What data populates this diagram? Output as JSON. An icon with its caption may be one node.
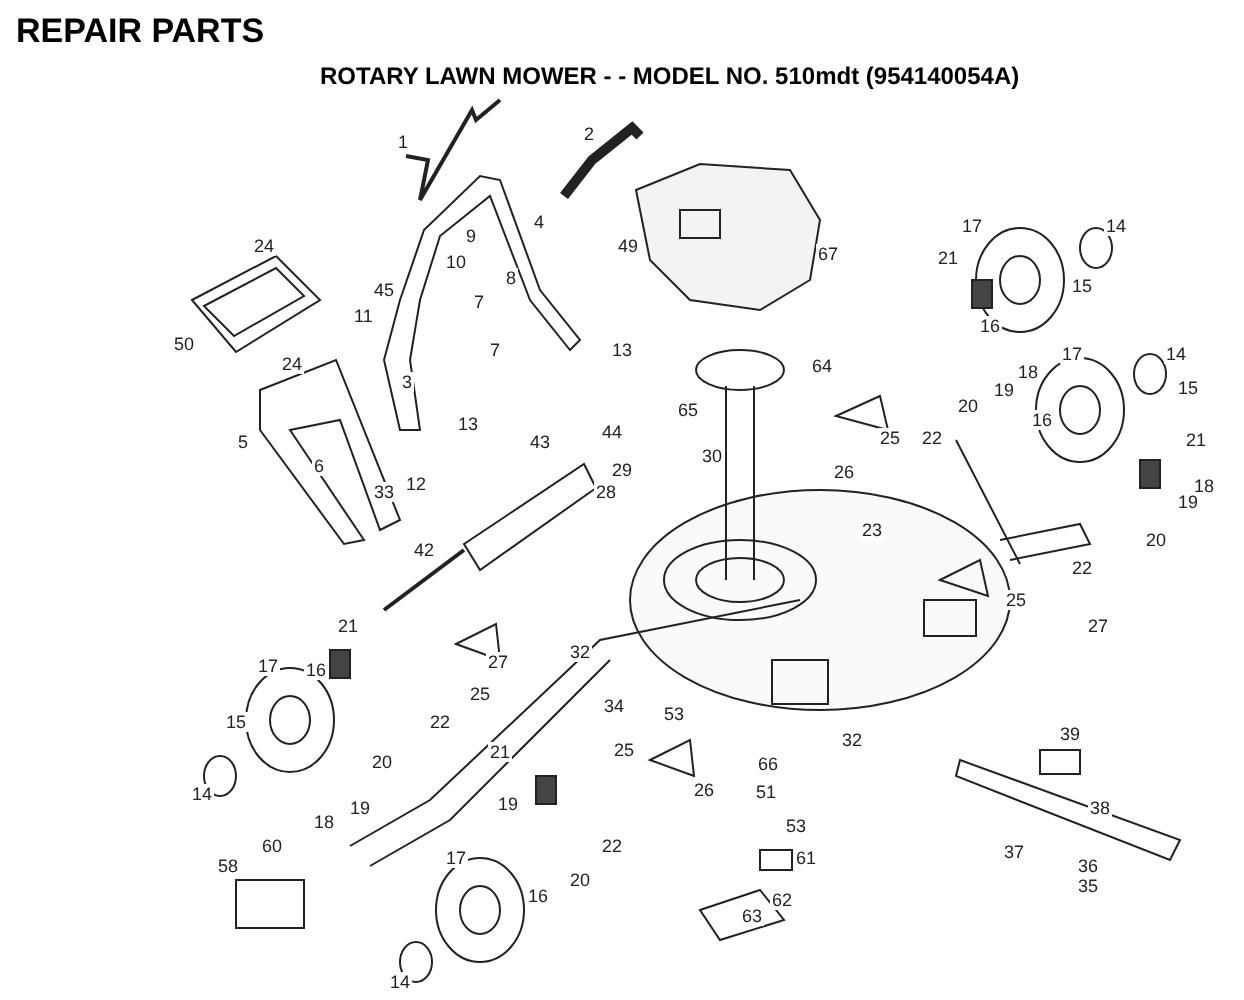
{
  "diagram": {
    "title": "REPAIR PARTS",
    "labels": [
      "ROTARY LAWN MOWER - - MODEL NO. 510mdt (954140054A)",
      "1",
      "2",
      "24",
      "4",
      "17",
      "14",
      "49",
      "9",
      "67",
      "10",
      "8",
      "21",
      "45",
      "7",
      "15",
      "11",
      "16",
      "13",
      "7",
      "50",
      "24",
      "64",
      "18",
      "17",
      "14",
      "3",
      "19",
      "13",
      "15",
      "20",
      "65",
      "44",
      "5",
      "43",
      "25",
      "22",
      "21",
      "16",
      "26",
      "30",
      "6",
      "29",
      "18",
      "28",
      "12",
      "33",
      "19",
      "20",
      "23",
      "42",
      "22",
      "25",
      "21",
      "27",
      "17",
      "16",
      "27",
      "32",
      "25",
      "22",
      "15",
      "34",
      "53",
      "20",
      "32",
      "21",
      "25",
      "66",
      "14",
      "39",
      "19",
      "26",
      "51",
      "18",
      "38",
      "19",
      "60",
      "53",
      "58",
      "37",
      "22",
      "36",
      "61",
      "17",
      "35",
      "20",
      "16",
      "62",
      "63",
      "14"
    ]
  }
}
